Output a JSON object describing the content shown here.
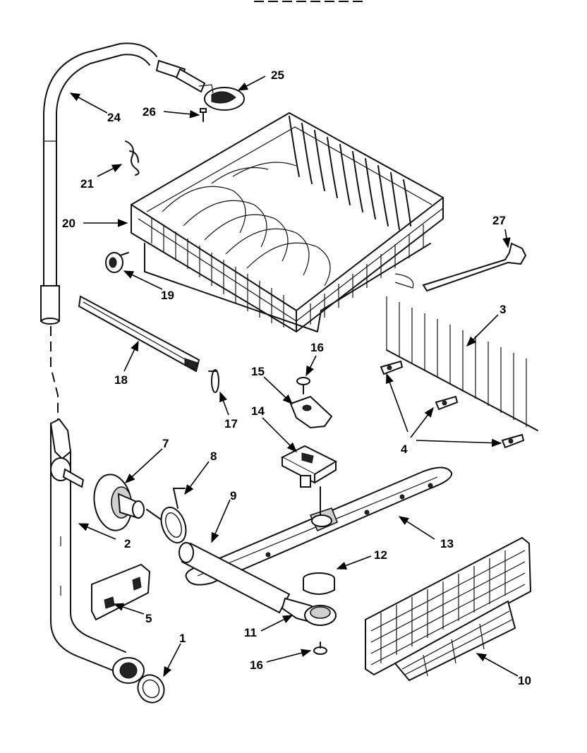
{
  "diagram": {
    "callouts": {
      "c1": "1",
      "c2": "2",
      "c3": "3",
      "c4": "4",
      "c5": "5",
      "c7": "7",
      "c8": "8",
      "c9": "9",
      "c10": "10",
      "c11": "11",
      "c12": "12",
      "c13": "13",
      "c14": "14",
      "c15": "15",
      "c16a": "16",
      "c16b": "16",
      "c17": "17",
      "c18": "18",
      "c19": "19",
      "c20": "20",
      "c21": "21",
      "c24": "24",
      "c25": "25",
      "c26": "26",
      "c27": "27"
    }
  }
}
